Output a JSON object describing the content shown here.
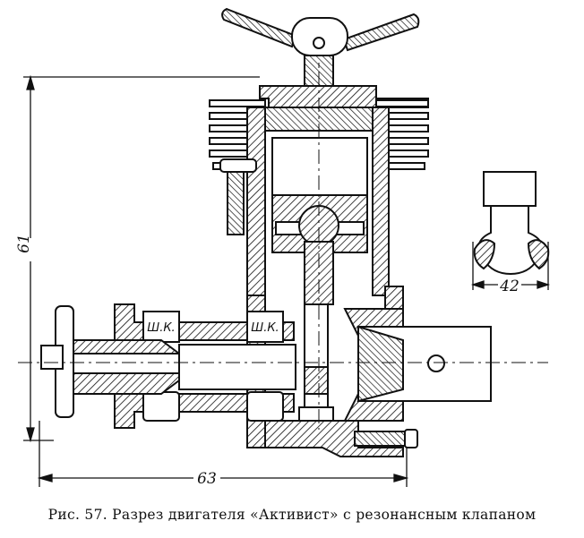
{
  "figure": {
    "dimensions": {
      "height": "61",
      "length": "63",
      "width": "42"
    },
    "part_labels": {
      "bearing_left": "Ш.К.",
      "bearing_right": "Ш.К."
    }
  },
  "caption": "Рис. 57. Разрез двигателя «Активист» с резонансным клапаном",
  "colors": {
    "ink": "#111111",
    "background": "#ffffff"
  }
}
